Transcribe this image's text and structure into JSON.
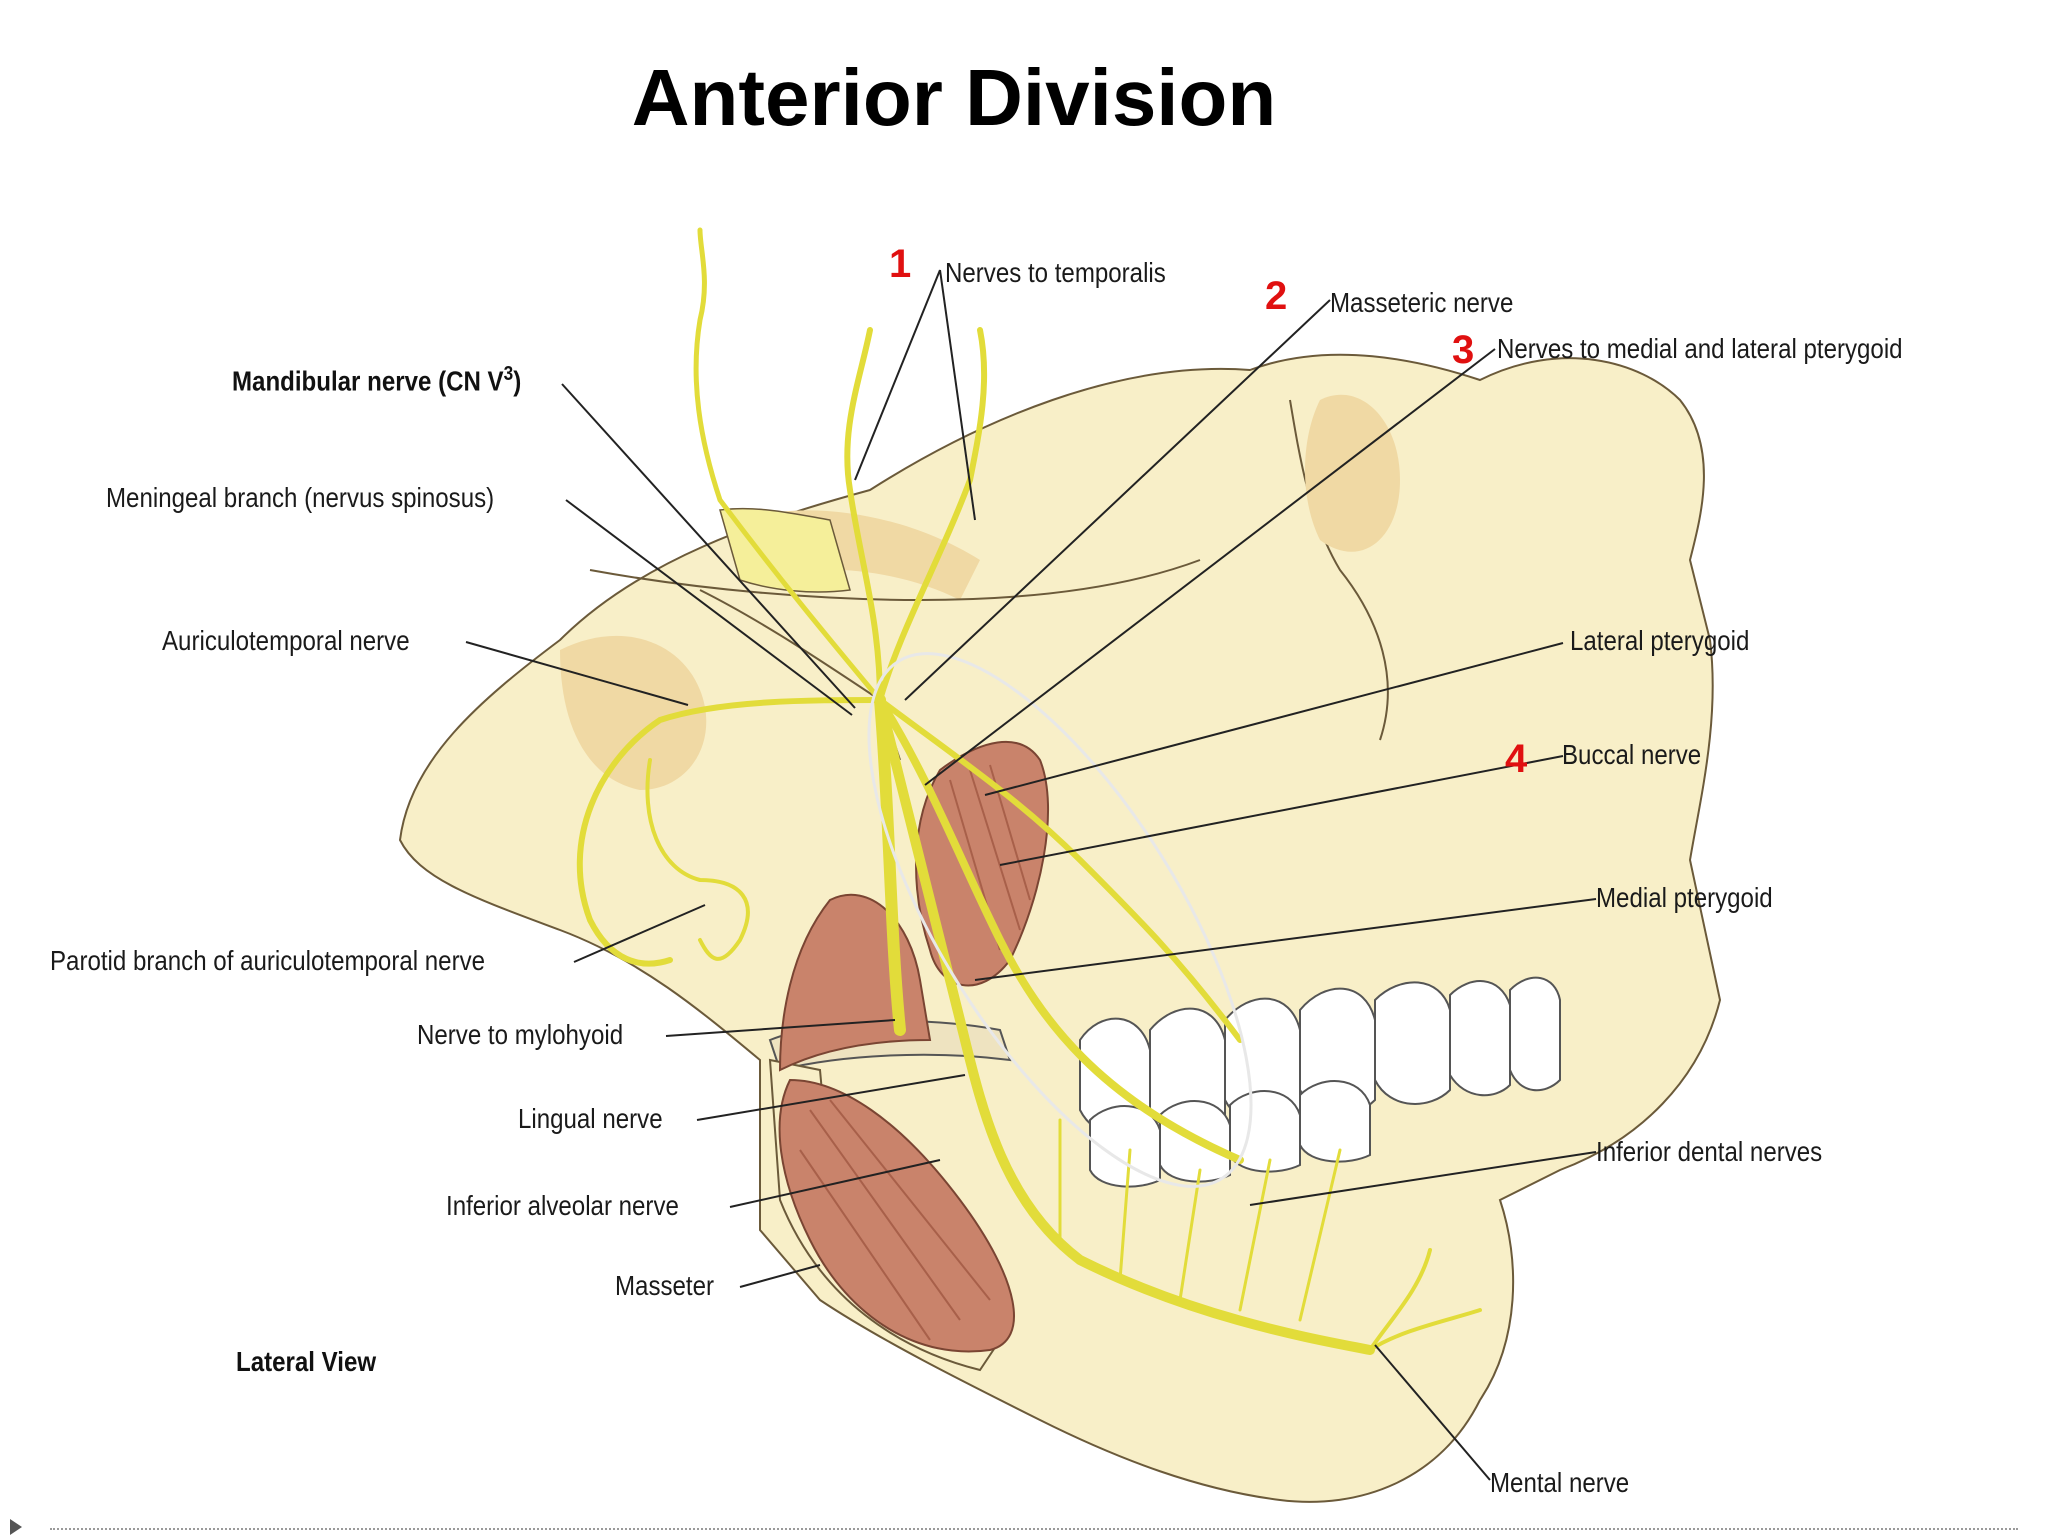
{
  "title": "Anterior Division",
  "view_label": "Lateral View",
  "markers": [
    "1",
    "2",
    "3",
    "4"
  ],
  "labels": {
    "mandibular": "Mandibular nerve (CN V",
    "mandibular_sup": "3",
    "mandibular_close": ")",
    "meningeal": "Meningeal branch (nervus spinosus)",
    "auriculotemporal": "Auriculotemporal nerve",
    "parotid": "Parotid branch of auriculotemporal nerve",
    "mylohyoid": "Nerve to mylohyoid",
    "lingual": "Lingual nerve",
    "inferior_alveolar": "Inferior alveolar nerve",
    "masseter": "Masseter",
    "temporalis": "Nerves to temporalis",
    "masseteric": "Masseteric nerve",
    "pterygoid_nerves": "Nerves to medial and lateral pterygoid",
    "lateral_pterygoid": "Lateral pterygoid",
    "buccal": "Buccal nerve",
    "medial_pterygoid": "Medial pterygoid",
    "inferior_dental": "Inferior dental nerves",
    "mental": "Mental nerve"
  },
  "colors": {
    "bone": "#f8efc8",
    "bone_shadow": "#f0d9a4",
    "nerve": "#e2dc3a",
    "nerve_edge": "#8a8a18",
    "muscle": "#c9836b",
    "muscle_dark": "#a8604a",
    "marker": "#e01010"
  }
}
